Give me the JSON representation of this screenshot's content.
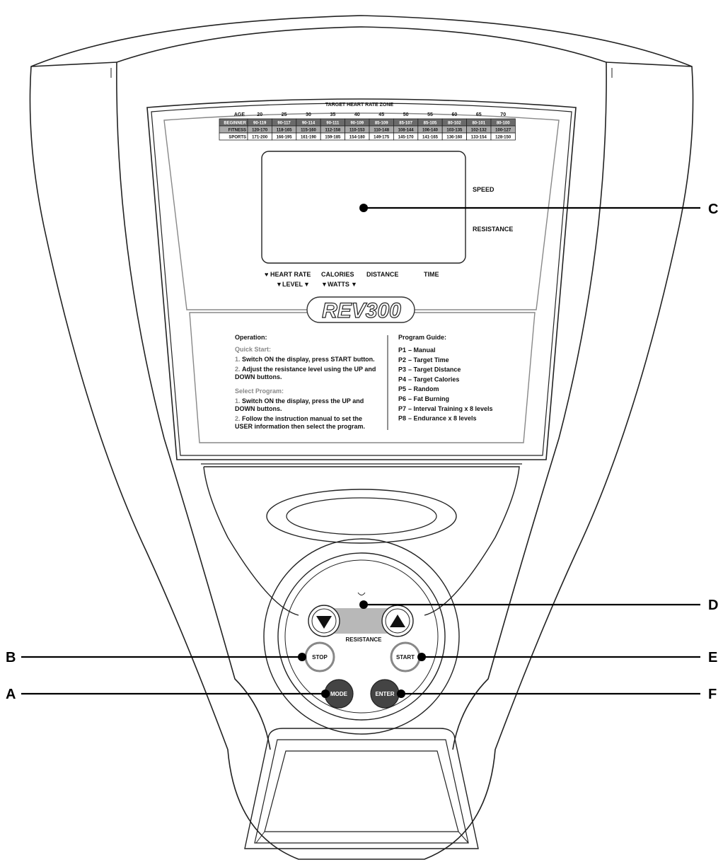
{
  "heart_rate_chart": {
    "title": "TARGET HEART RATE ZONE",
    "age_label": "AGE",
    "ages": [
      "20",
      "25",
      "30",
      "35",
      "40",
      "45",
      "50",
      "55",
      "60",
      "65",
      "70"
    ],
    "rows": [
      {
        "label": "BEGINNER",
        "values": [
          "90-119",
          "90-117",
          "90-114",
          "90-111",
          "90-109",
          "85-109",
          "85-107",
          "85-105",
          "80-102",
          "80-101",
          "80-100"
        ]
      },
      {
        "label": "FITNESS",
        "values": [
          "120-170",
          "118-165",
          "115-160",
          "112-158",
          "110-153",
          "110-148",
          "108-144",
          "106-140",
          "103-135",
          "102-132",
          "100-127"
        ]
      },
      {
        "label": "SPORTS",
        "values": [
          "171-200",
          "166-195",
          "161-190",
          "159-185",
          "154-180",
          "149-175",
          "145-170",
          "141-165",
          "136-160",
          "133-154",
          "128-150"
        ]
      }
    ]
  },
  "display": {
    "speed": "SPEED",
    "resistance": "RESISTANCE",
    "heart_rate": "HEART RATE",
    "calories": "CALORIES",
    "distance": "DISTANCE",
    "time": "TIME",
    "level": "LEVEL",
    "watts": "WATTS"
  },
  "brand": {
    "logo_text": "REV300"
  },
  "operation": {
    "title": "Operation:",
    "quick_start_title": "Quick Start:",
    "qs_1_num": "1.",
    "qs_1": "Switch ON the display, press START button.",
    "qs_2_num": "2.",
    "qs_2a": "Adjust the resistance level using the UP and",
    "qs_2b": "DOWN buttons.",
    "select_title": "Select Program:",
    "sp_1_num": "1.",
    "sp_1a": "Switch ON the display, press the UP and",
    "sp_1b": "DOWN buttons.",
    "sp_2_num": "2.",
    "sp_2a": "Follow the instruction manual to set the",
    "sp_2b": "USER information then select the program."
  },
  "program_guide": {
    "title": "Program Guide:",
    "items": [
      {
        "code": "P1",
        "text": "– Manual"
      },
      {
        "code": "P2",
        "text": "– Target Time"
      },
      {
        "code": "P3",
        "text": "– Target Distance"
      },
      {
        "code": "P4",
        "text": "– Target Calories"
      },
      {
        "code": "P5",
        "text": "– Random"
      },
      {
        "code": "P6",
        "text": "– Fat Burning"
      },
      {
        "code": "P7",
        "text": "– Interval Training x 8 levels"
      },
      {
        "code": "P8",
        "text": "– Endurance x 8 levels"
      }
    ]
  },
  "buttons": {
    "resistance_label": "RESISTANCE",
    "stop": "STOP",
    "start": "START",
    "mode": "MODE",
    "enter": "ENTER"
  },
  "callouts": {
    "a": "A",
    "b": "B",
    "c": "C",
    "d": "D",
    "e": "E",
    "f": "F"
  },
  "colors": {
    "beginner_row": "#6a6a6a",
    "fitness_row": "#a9a9a9",
    "sports_row": "#ffffff",
    "program_code": "#8a8a8a",
    "dark_button": "#444444"
  }
}
